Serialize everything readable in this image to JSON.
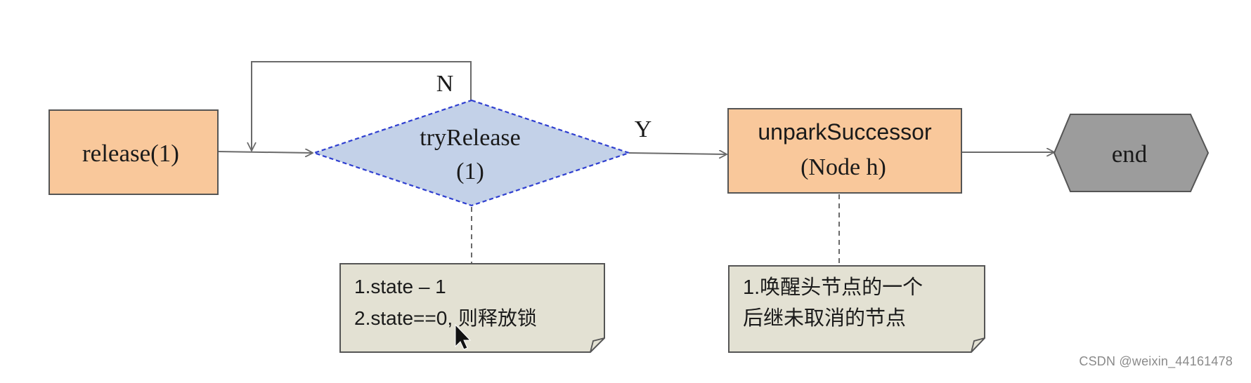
{
  "nodes": {
    "release": {
      "label": "release(1)"
    },
    "try_release": {
      "line1": "tryRelease",
      "line2": "(1)"
    },
    "unpark": {
      "line1": "unparkSuccessor",
      "line2": "(Node h)"
    },
    "end": {
      "label": "end"
    }
  },
  "edge_labels": {
    "no": "N",
    "yes": "Y"
  },
  "notes": {
    "try_release_note": {
      "line1": "1.state – 1",
      "line2": "2.state==0, 则释放锁"
    },
    "unpark_note": {
      "line1": "1.唤醒头节点的一个",
      "line2": "后继未取消的节点"
    }
  },
  "watermark": "CSDN @weixin_44161478",
  "colors": {
    "process_fill": "#f9c89b",
    "decision_fill": "#c3d1e8",
    "decision_stroke": "#2f3fd0",
    "end_fill": "#9c9c9c",
    "note_fill": "#e3e1d3",
    "line": "#6a6a6a"
  }
}
